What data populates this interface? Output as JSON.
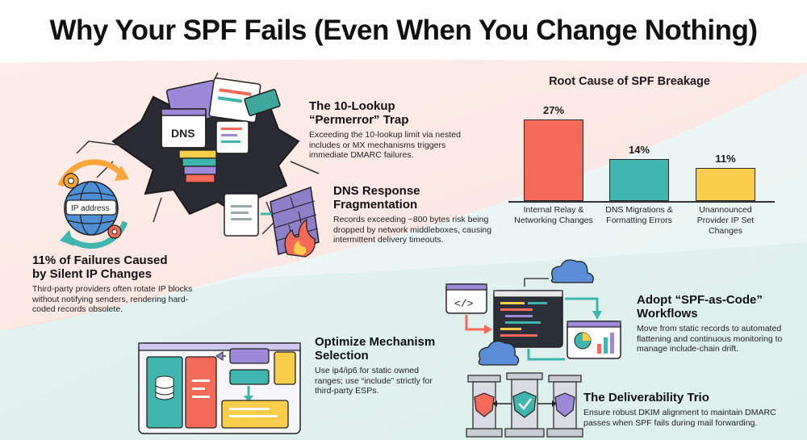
{
  "title": "Why Your SPF Fails (Even When You Change Nothing)",
  "sections": {
    "lookup": {
      "title_line1": "The 10-Lookup",
      "title_line2": "“Permerror” Trap",
      "body": "Exceeding the 10-lookup limit via nested includes or MX mechanisms triggers immediate DMARC failures."
    },
    "fragmentation": {
      "title_line1": "DNS Response",
      "title_line2": "Fragmentation",
      "body": "Records exceeding ~800 bytes risk being dropped by network middleboxes, causing intermittent delivery timeouts."
    },
    "silent_ip": {
      "title_line1": "11% of Failures Caused",
      "title_line2": "by Silent IP Changes",
      "body": "Third-party providers often rotate IP blocks without notifying senders, rendering hard-coded records obsolete."
    },
    "spf_as_code": {
      "title_line1": "Adopt “SPF-as-Code”",
      "title_line2": "Workflows",
      "body": "Move from static records to automated flattening and continuous monitoring to manage include-chain drift."
    },
    "mechanism": {
      "title_line1": "Optimize Mechanism",
      "title_line2": "Selection",
      "body": "Use ip4/ip6 for static owned ranges; use “include” strictly for third-party ESPs."
    },
    "trio": {
      "title_line1": "The Deliverability Trio",
      "body": "Ensure robust DKIM alignment to maintain DMARC passes when SPF fails during mail forwarding."
    }
  },
  "illustration_labels": {
    "dns_label": "DNS",
    "ip_label": "IP address"
  },
  "colors": {
    "pink_bg": "#fbe1dc",
    "mint_bg": "#e3f2ef",
    "bar_red": "#f46a59",
    "bar_teal": "#40b5ad",
    "bar_yellow": "#f9cd4a"
  },
  "chart_data": {
    "type": "bar",
    "title": "Root Cause of SPF Breakage",
    "categories": [
      "Internal Relay & Networking Changes",
      "DNS Migrations & Formatting Errors",
      "Unannounced Provider IP Set Changes"
    ],
    "category_lines": [
      [
        "Internal Relay &",
        "Networking Changes"
      ],
      [
        "DNS Migrations &",
        "Formatting Errors"
      ],
      [
        "Unannounced",
        "Provider IP Set",
        "Changes"
      ]
    ],
    "values": [
      27,
      14,
      11
    ],
    "value_labels": [
      "27%",
      "14%",
      "11%"
    ],
    "unit": "%",
    "ylim": [
      0,
      30
    ],
    "grid": false,
    "colors": [
      "#f46a59",
      "#40b5ad",
      "#f9cd4a"
    ]
  }
}
